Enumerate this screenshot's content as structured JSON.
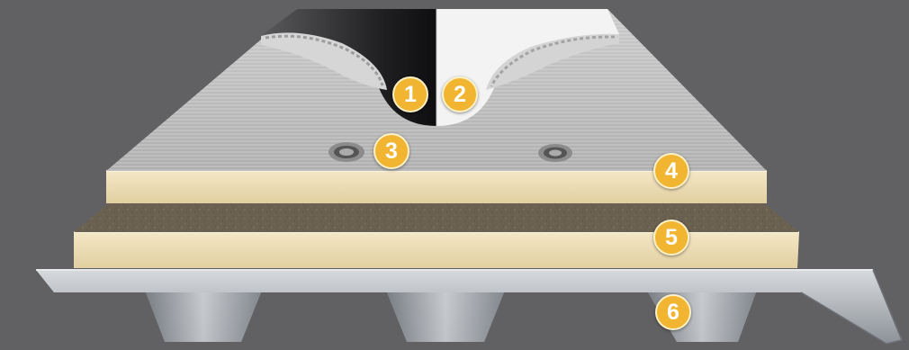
{
  "callouts": [
    {
      "number": "1",
      "label": ""
    },
    {
      "number": "2",
      "label": ""
    },
    {
      "number": "3",
      "label": ""
    },
    {
      "number": "4",
      "label": ""
    },
    {
      "number": "5",
      "label": ""
    },
    {
      "number": "6",
      "label": ""
    }
  ],
  "colors": {
    "background": "#616163",
    "badge_fill": "#f2b531",
    "badge_text": "#ffffff",
    "insulation": "#ecdcb5",
    "coverboard": "#6a6151",
    "membrane_surface": "#bdbdbd",
    "steel_deck": "#b4b8bd",
    "membrane_black": "#1d1d1f",
    "membrane_white": "#f4f4f4"
  }
}
